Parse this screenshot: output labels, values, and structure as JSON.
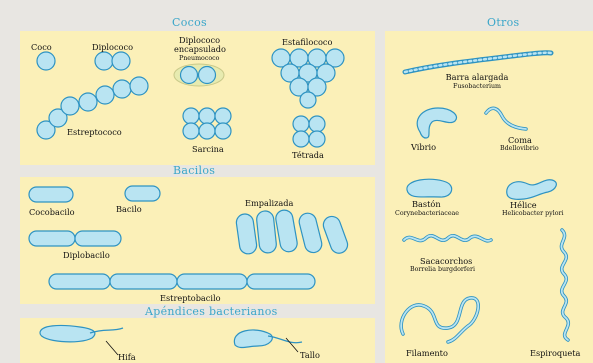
{
  "headers": {
    "cocos": "Cocos",
    "otros": "Otros",
    "bacilos": "Bacilos",
    "apendices": "Apéndices bacterianos"
  },
  "cocos": {
    "coco": "Coco",
    "diplococo": "Diplococo",
    "diplococo_enc_1": "Diplococo",
    "diplococo_enc_2": "encapsulado",
    "diplococo_enc_3": "Pneumococo",
    "estafilococo": "Estafilococo",
    "estreptococo": "Estreptococo",
    "sarcina": "Sarcina",
    "tetrada": "Tétrada"
  },
  "bacilos": {
    "cocobacilo": "Cocobacilo",
    "bacilo": "Bacilo",
    "empalizada": "Empalizada",
    "diplobacilo": "Diplobacilo",
    "estreptobacilo": "Estreptobacilo"
  },
  "apendices": {
    "hifa": "Hifa",
    "tallo": "Tallo"
  },
  "otros": {
    "barra": "Barra alargada",
    "fusobacterium": "Fusobacterium",
    "vibrio": "Vibrio",
    "coma": "Coma",
    "bdellovibrio": "Bdellovibrio",
    "baston": "Bastón",
    "corynebacteriaceae": "Corynebacteriaceae",
    "helice": "Hélice",
    "helicobacter": "Helicobacter pylori",
    "sacacorchos": "Sacacorchos",
    "borrelia": "Borrelia burgdorferi",
    "filamento": "Filamento",
    "espiroqueta": "Espiroqueta"
  },
  "colors": {
    "panel": "#fbf0b8",
    "cell_fill": "#b9e4f2",
    "cell_stroke": "#2e93c2",
    "header": "#3aa6c9"
  }
}
